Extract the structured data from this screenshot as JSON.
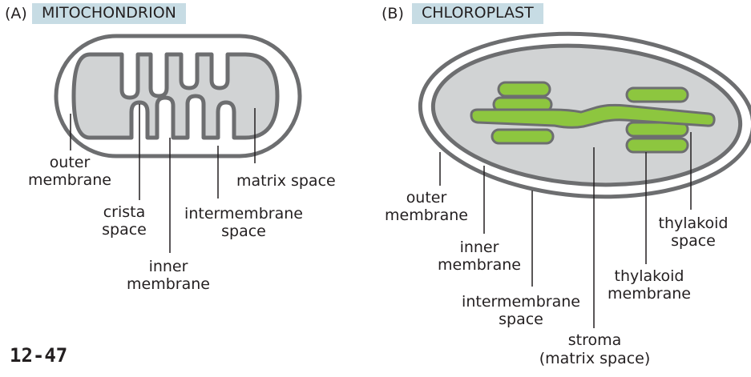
{
  "panel_a": {
    "tag": "(A)",
    "title": "MITOCHONDRION",
    "labels": {
      "outer_membrane": "outer membrane",
      "crista_space": "crista space",
      "inner_membrane": "inner membrane",
      "intermembrane_space": "intermembrane space",
      "matrix_space": "matrix space"
    }
  },
  "panel_b": {
    "tag": "(B)",
    "title": "CHLOROPLAST",
    "labels": {
      "outer_membrane": "outer membrane",
      "inner_membrane": "inner membrane",
      "intermembrane_space": "intermembrane space",
      "stroma": "stroma",
      "stroma_note": "(matrix space)",
      "thylakoid_membrane": "thylakoid membrane",
      "thylakoid_space": "thylakoid space"
    }
  },
  "figure_number": "12-47",
  "colors": {
    "membrane_stroke": "#6d6e70",
    "matrix_fill": "#d1d3d4",
    "thylakoid_fill": "#8dc63f",
    "title_bg": "#c7dce4",
    "leader_line": "#231f20"
  }
}
